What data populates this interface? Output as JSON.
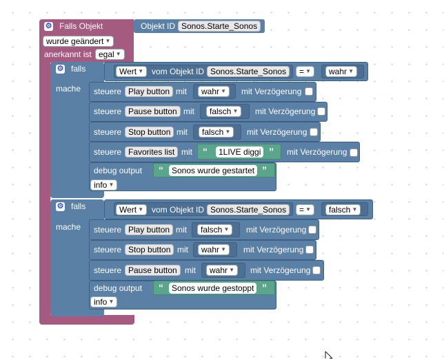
{
  "trigger": {
    "title": "Falls Objekt",
    "objekt_id_label": "Objekt ID",
    "objekt_id": "Sonos.Starte_Sonos",
    "event": "wurde geändert",
    "anerkannt_label": "anerkannt ist",
    "anerkannt_value": "egal"
  },
  "if1": {
    "falls": "falls",
    "mache": "mache",
    "cond": {
      "wert": "Wert",
      "vom": "vom Objekt ID",
      "obj": "Sonos.Starte_Sonos",
      "op": "=",
      "val": "wahr"
    },
    "rows": [
      {
        "steuere": "steuere",
        "target": "Play button",
        "mit": "mit",
        "value": "wahr",
        "delay": "mit Verzögerung"
      },
      {
        "steuere": "steuere",
        "target": "Pause button",
        "mit": "mit",
        "value": "falsch",
        "delay": "mit Verzögerung"
      },
      {
        "steuere": "steuere",
        "target": "Stop button",
        "mit": "mit",
        "value": "falsch",
        "delay": "mit Verzögerung"
      },
      {
        "steuere": "steuere",
        "target": "Favorites list",
        "mit": "mit",
        "value": "1LIVE diggi",
        "delay": "mit Verzögerung"
      }
    ],
    "debug": {
      "label": "debug output",
      "text": "Sonos wurde gestartet",
      "level": "info"
    }
  },
  "if2": {
    "falls": "falls",
    "mache": "mache",
    "cond": {
      "wert": "Wert",
      "vom": "vom Objekt ID",
      "obj": "Sonos.Starte_Sonos",
      "op": "=",
      "val": "falsch"
    },
    "rows": [
      {
        "steuere": "steuere",
        "target": "Play button",
        "mit": "mit",
        "value": "falsch",
        "delay": "mit Verzögerung"
      },
      {
        "steuere": "steuere",
        "target": "Stop button",
        "mit": "mit",
        "value": "wahr",
        "delay": "mit Verzögerung"
      },
      {
        "steuere": "steuere",
        "target": "Pause button",
        "mit": "mit",
        "value": "wahr",
        "delay": "mit Verzögerung"
      }
    ],
    "debug": {
      "label": "debug output",
      "text": "Sonos wurde gestoppt",
      "level": "info"
    }
  },
  "colors": {
    "trigger": "#a55b80",
    "block": "#5b80a5",
    "text_block": "#5ba58c"
  },
  "quote_glyphs": {
    "open": "“",
    "close": "”"
  }
}
